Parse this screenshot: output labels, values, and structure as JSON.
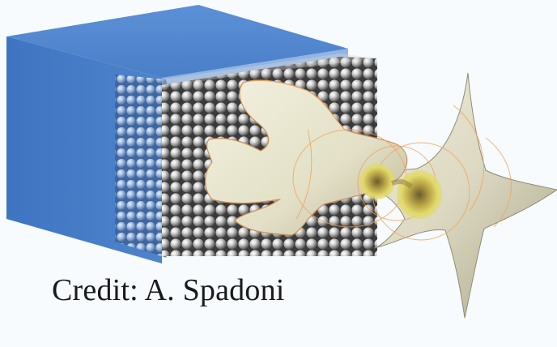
{
  "credit": {
    "text": "Credit: A. Spadoni"
  },
  "colors": {
    "background": "#f7fbfd",
    "block_front": "#4a7fc9",
    "block_side": "#3b6cb3",
    "block_top": "#5f93d8",
    "sphere_light": "#ffffff",
    "sphere_dark": "#5f5f5f",
    "ear_body": "#e8e6cf",
    "ear_shadow": "#b9b597",
    "contour_lines": "#f0a35a",
    "focus_highlight": "#d9d24a"
  },
  "icons": {
    "granular_crystal": "sphere-array-illustration",
    "acoustic_focus": "sound-focus-illustration"
  }
}
